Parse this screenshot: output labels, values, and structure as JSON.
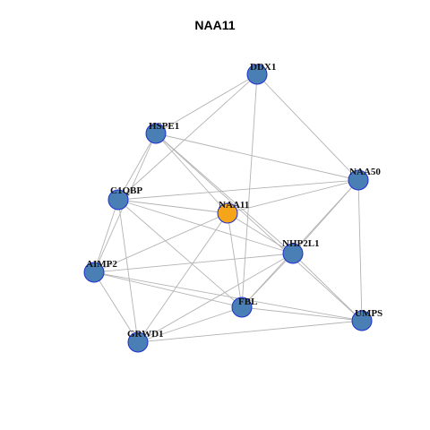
{
  "title": "NAA11",
  "colors": {
    "node_default": "#4a7fb5",
    "node_highlight": "#f5a519",
    "node_border": "#1f2fd0",
    "edge": "#b3b3b3"
  },
  "nodes": [
    {
      "id": "DDX1",
      "label": "DDX1",
      "highlight": false
    },
    {
      "id": "HSPE1",
      "label": "HSPE1",
      "highlight": false
    },
    {
      "id": "NAA50",
      "label": "NAA50",
      "highlight": false
    },
    {
      "id": "C1QBP",
      "label": "C1QBP",
      "highlight": false
    },
    {
      "id": "NAA11",
      "label": "NAA11",
      "highlight": true
    },
    {
      "id": "NHP2L1",
      "label": "NHP2L1",
      "highlight": false
    },
    {
      "id": "AIMP2",
      "label": "AIMP2",
      "highlight": false
    },
    {
      "id": "FBL",
      "label": "FBL",
      "highlight": false
    },
    {
      "id": "UMPS",
      "label": "UMPS",
      "highlight": false
    },
    {
      "id": "GRWD1",
      "label": "GRWD1",
      "highlight": false
    }
  ],
  "edges": [
    [
      "DDX1",
      "HSPE1"
    ],
    [
      "DDX1",
      "NAA50"
    ],
    [
      "DDX1",
      "C1QBP"
    ],
    [
      "DDX1",
      "FBL"
    ],
    [
      "HSPE1",
      "NAA50"
    ],
    [
      "HSPE1",
      "C1QBP"
    ],
    [
      "HSPE1",
      "AIMP2"
    ],
    [
      "HSPE1",
      "NHP2L1"
    ],
    [
      "HSPE1",
      "NAA11"
    ],
    [
      "HSPE1",
      "UMPS"
    ],
    [
      "C1QBP",
      "NAA11"
    ],
    [
      "C1QBP",
      "NAA50"
    ],
    [
      "C1QBP",
      "NHP2L1"
    ],
    [
      "C1QBP",
      "AIMP2"
    ],
    [
      "C1QBP",
      "FBL"
    ],
    [
      "C1QBP",
      "GRWD1"
    ],
    [
      "NAA11",
      "AIMP2"
    ],
    [
      "NAA11",
      "GRWD1"
    ],
    [
      "NAA11",
      "FBL"
    ],
    [
      "NAA11",
      "NHP2L1"
    ],
    [
      "NAA50",
      "NAA11"
    ],
    [
      "NAA50",
      "NHP2L1"
    ],
    [
      "NAA50",
      "FBL"
    ],
    [
      "NAA50",
      "UMPS"
    ],
    [
      "NHP2L1",
      "AIMP2"
    ],
    [
      "NHP2L1",
      "FBL"
    ],
    [
      "NHP2L1",
      "UMPS"
    ],
    [
      "NHP2L1",
      "GRWD1"
    ],
    [
      "AIMP2",
      "FBL"
    ],
    [
      "AIMP2",
      "UMPS"
    ],
    [
      "AIMP2",
      "GRWD1"
    ],
    [
      "FBL",
      "UMPS"
    ],
    [
      "FBL",
      "GRWD1"
    ],
    [
      "GRWD1",
      "UMPS"
    ]
  ]
}
